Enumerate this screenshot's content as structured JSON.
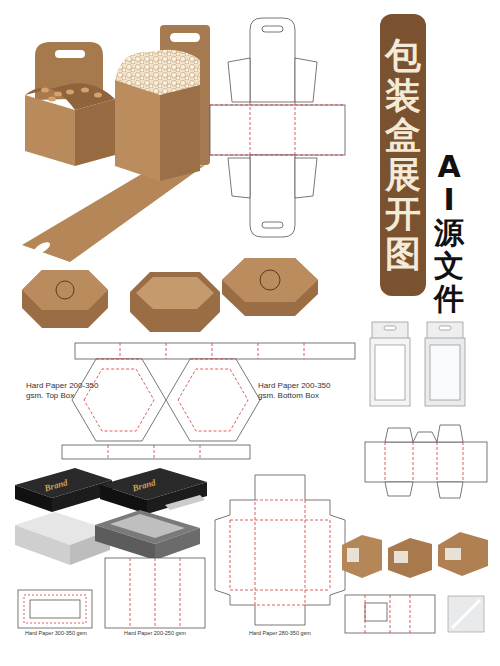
{
  "diagram": {
    "nodes": [
      {
        "text": [
          "包装盒展开图"
        ]
      }
    ],
    "labels": [
      "AI源文件",
      "Hard Paper 200-350 gsm. Top Box",
      "Hard Paper 200-350 gsm. Bottom Box",
      "Brand",
      "Brand",
      "Hard Paper 300-350 gsm",
      "Hard Paper 200-250 gsm",
      "Hard Paper 280-350 gsm"
    ]
  }
}
